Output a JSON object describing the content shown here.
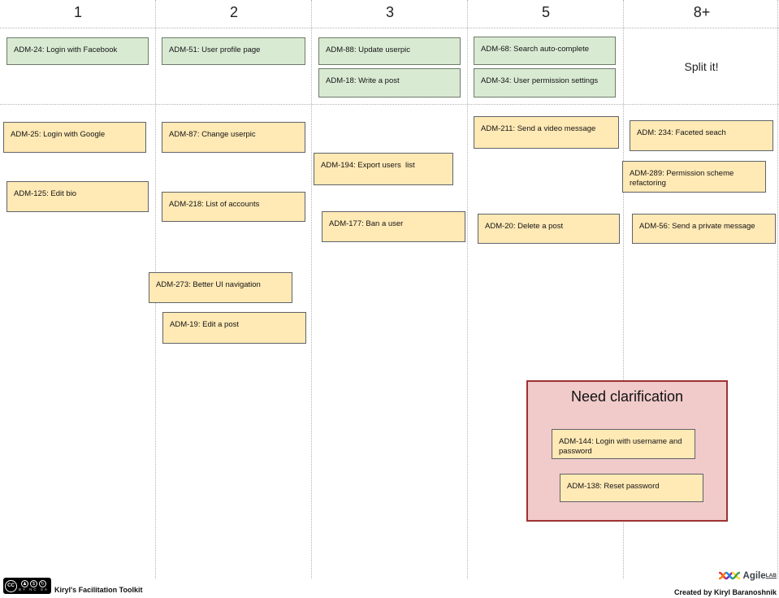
{
  "board": {
    "columns": [
      "1",
      "2",
      "3",
      "5",
      "8+"
    ],
    "split_note": "Split it!",
    "cards": [
      {
        "label": "ADM-24: Login with Facebook",
        "type": "green"
      },
      {
        "label": "ADM-51: User profile page",
        "type": "green"
      },
      {
        "label": "ADM-88: Update userpic",
        "type": "green"
      },
      {
        "label": "ADM-18: Write a post",
        "type": "green"
      },
      {
        "label": "ADM-68: Search auto-complete",
        "type": "green"
      },
      {
        "label": "ADM-34: User permission settings",
        "type": "green"
      },
      {
        "label": "ADM-25: Login with Google",
        "type": "yellow"
      },
      {
        "label": "ADM-125: Edit bio",
        "type": "yellow"
      },
      {
        "label": "ADM-87: Change userpic",
        "type": "yellow"
      },
      {
        "label": "ADM-218: List of accounts",
        "type": "yellow"
      },
      {
        "label": "ADM-273: Better UI navigation",
        "type": "yellow"
      },
      {
        "label": "ADM-19: Edit a post",
        "type": "yellow"
      },
      {
        "label": "ADM-194: Export users  list",
        "type": "yellow"
      },
      {
        "label": "ADM-177: Ban a user",
        "type": "yellow"
      },
      {
        "label": "ADM-211: Send a video message",
        "type": "yellow"
      },
      {
        "label": "ADM-20: Delete a post",
        "type": "yellow"
      },
      {
        "label": "ADM: 234: Faceted seach",
        "type": "yellow"
      },
      {
        "label": "ADM-289: Permission scheme refactoring",
        "type": "yellow"
      },
      {
        "label": "ADM-56: Send a private message",
        "type": "yellow"
      }
    ],
    "clarification": {
      "title": "Need clarification",
      "cards": [
        {
          "label": "ADM-144: Login with username and password",
          "type": "yellow"
        },
        {
          "label": "ADM-138: Reset password",
          "type": "yellow"
        }
      ]
    }
  },
  "colors": {
    "green_card": "#d9ead3",
    "yellow_card": "#ffe9b5",
    "pink_group_fill": "#f1caca",
    "pink_group_border": "#9d3232",
    "gridline": "#b4b4b4"
  },
  "footer": {
    "license": {
      "cc": "CC",
      "by_glyph": "♟",
      "nc_glyph": "$",
      "sa_glyph": "↻",
      "terms": "BY NC SA"
    },
    "toolkit_label": "Kiryl's Facilitation Toolkit",
    "brand": {
      "name": "Agile",
      "sup": "LAB"
    },
    "credit": "Created by Kiryl Baranoshnik"
  }
}
